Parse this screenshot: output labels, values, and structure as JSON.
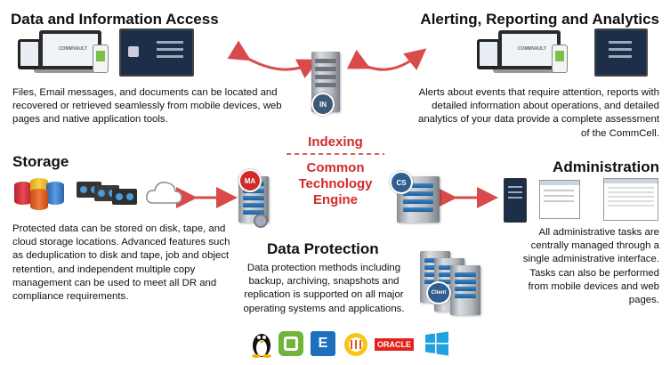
{
  "sections": {
    "data_access": {
      "title": "Data and Information Access",
      "body": "Files, Email messages, and documents can be located and recovered or retrieved seamlessly from mobile devices, web pages and native application tools."
    },
    "alerting": {
      "title": "Alerting, Reporting and Analytics",
      "body": "Alerts about events that require attention, reports with detailed information about operations, and detailed analytics of your data provide a complete assessment of the CommCell."
    },
    "storage": {
      "title": "Storage",
      "body": "Protected data can be stored on disk, tape, and cloud storage locations. Advanced features such as deduplication to disk and tape, job and object retention, and independent multiple copy management can be used to meet all DR and compliance requirements."
    },
    "administration": {
      "title": "Administration",
      "body": "All administrative tasks are centrally managed through a single administrative interface. Tasks can also be performed from mobile devices and web pages."
    },
    "data_protection": {
      "title": "Data Protection",
      "body": "Data protection methods including backup, archiving, snapshots and replication is supported on all major operating systems and applications."
    }
  },
  "center": {
    "indexing": "Indexing",
    "engine_line1": "Common",
    "engine_line2": "Technology",
    "engine_line3": "Engine"
  },
  "badges": {
    "index": "IN",
    "media_agent": "MA",
    "commserve": "CS",
    "client": "Client"
  },
  "device_brand": "COMMVAULT",
  "logos": {
    "oracle": "ORACLE",
    "exchange": "E"
  },
  "colors": {
    "accent_red": "#d12a2a",
    "badge_blue": "#2f5f8f",
    "arrow_red": "#d94b4b"
  }
}
